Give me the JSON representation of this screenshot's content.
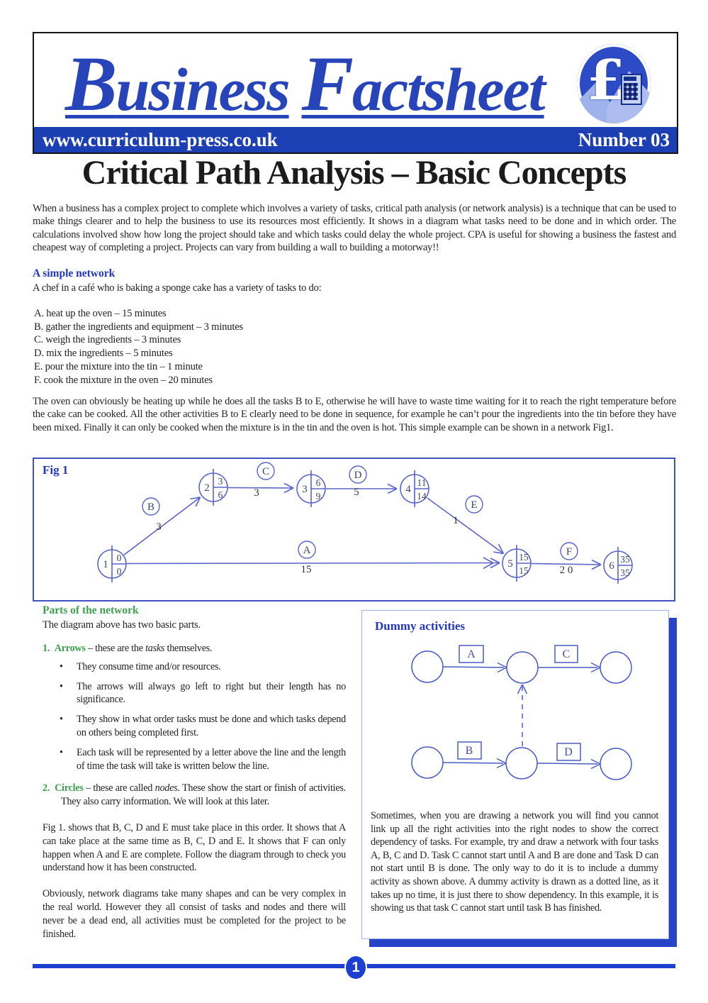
{
  "header": {
    "brand": {
      "word1": "Business",
      "word2": "Factsheet"
    },
    "logo": {
      "name": "pound-calculator-logo",
      "pound_symbol": "£"
    },
    "website": "www.curriculum-press.co.uk",
    "issue": "Number 03"
  },
  "title": "Critical Path Analysis – Basic Concepts",
  "intro": "When a business has a complex project to complete which involves a variety of tasks, critical path analysis (or network analysis) is a technique that can be used to make things clearer and to help the business to use its resources most efficiently.  It shows in a diagram what tasks need to be done and in which order.  The calculations involved show how long the project should take and which tasks could delay the whole project.  CPA is useful for showing a business the fastest and cheapest way of completing a project. Projects can vary from building a wall to building a motorway!!",
  "simple_network": {
    "heading": "A simple network",
    "lead": "A chef in a café who is baking a sponge cake has a variety of tasks to do:",
    "tasks": [
      "A.  heat up the oven – 15 minutes",
      "B.  gather the ingredients and equipment – 3 minutes",
      "C.  weigh the ingredients – 3 minutes",
      "D.  mix the ingredients – 5 minutes",
      "E.  pour the mixture into the tin – 1 minute",
      "F.  cook the mixture in the oven – 20 minutes"
    ],
    "note": "The oven can obviously be heating up while he does all the tasks B to E, otherwise he will have to waste time waiting for it to reach the right temperature before the cake can be cooked.  All the other activities B to E clearly need to be done in sequence, for example he can’t pour the ingredients into the tin before they have been mixed.  Finally it can only be cooked when the mixture is in the tin and the oven is hot. This simple example can be shown in a network Fig1."
  },
  "fig1": {
    "label": "Fig 1",
    "network": {
      "type": "activity-on-arrow-network",
      "nodes": [
        {
          "id": "1",
          "earliest": "0",
          "latest": "0"
        },
        {
          "id": "2",
          "earliest": "3",
          "latest": "6"
        },
        {
          "id": "3",
          "earliest": "6",
          "latest": "9"
        },
        {
          "id": "4",
          "earliest": "11",
          "latest": "14"
        },
        {
          "id": "5",
          "earliest": "15",
          "latest": "15"
        },
        {
          "id": "6",
          "earliest": "35",
          "latest": "35"
        }
      ],
      "edges": [
        {
          "task": "B",
          "duration": "3",
          "from": "1",
          "to": "2"
        },
        {
          "task": "C",
          "duration": "3",
          "from": "2",
          "to": "3"
        },
        {
          "task": "D",
          "duration": "5",
          "from": "3",
          "to": "4"
        },
        {
          "task": "E",
          "duration": "1",
          "from": "4",
          "to": "5"
        },
        {
          "task": "A",
          "duration": "15",
          "from": "1",
          "to": "5"
        },
        {
          "task": "F",
          "duration": "2 0",
          "from": "5",
          "to": "6"
        }
      ]
    }
  },
  "parts": {
    "heading": "Parts of the network",
    "lead": "The diagram above has two basic parts.",
    "bullet_char": "•",
    "item1": {
      "num": "1.",
      "term": "Arrows",
      "sep": " – these are the ",
      "emph": "tasks",
      "rest": " themselves."
    },
    "bullets": [
      "They consume time and/or resources.",
      "The arrows will always go left to right but their length has no significance.",
      "They show in what order tasks must be done and which tasks depend on others being completed first.",
      "Each task will be represented by a letter above the line and the length of time the task will take is written below the line."
    ],
    "item2": {
      "num": "2.",
      "term": "Circles",
      "sep": " – these are called ",
      "emph": "nodes",
      "rest": ".  These show the start or finish of activities.  They also carry information. We will look at this later."
    },
    "para1": "Fig 1. shows that B, C, D and E must take place in this order.  It shows that A can take place at the same time as B, C, D and E.  It shows that F can only happen when A and E are complete.  Follow the diagram through to check you understand how it has been constructed.",
    "para2": "Obviously, network diagrams take many shapes and can be very complex in the real world.  However they all consist of tasks and nodes and there will never be a dead end, all activities must be completed for the project to be finished."
  },
  "dummy": {
    "heading": "Dummy activities",
    "labels": {
      "a": "A",
      "c": "C",
      "b": "B",
      "d": "D"
    },
    "para": "Sometimes, when you are drawing a network you will find you cannot link up all the right activities into the right nodes to show the correct dependency of tasks.  For example, try and draw a network with four tasks A, B, C and D.  Task C cannot start until A and B are done and Task D can not start until B is done.  The only way to do it is to include a dummy activity as shown above.  A dummy activity is drawn as a dotted line, as it takes up no time, it is just there to show dependency.  In this example, it is showing us that task C cannot start until task B has finished."
  },
  "footer": {
    "page_number": "1"
  },
  "colors": {
    "brand_blue": "#2744b8",
    "strip_blue": "#1d3fb4",
    "diagram_blue": "#5a63c8",
    "heading_green": "#3fa050",
    "shadow_blue": "#2743c8"
  }
}
